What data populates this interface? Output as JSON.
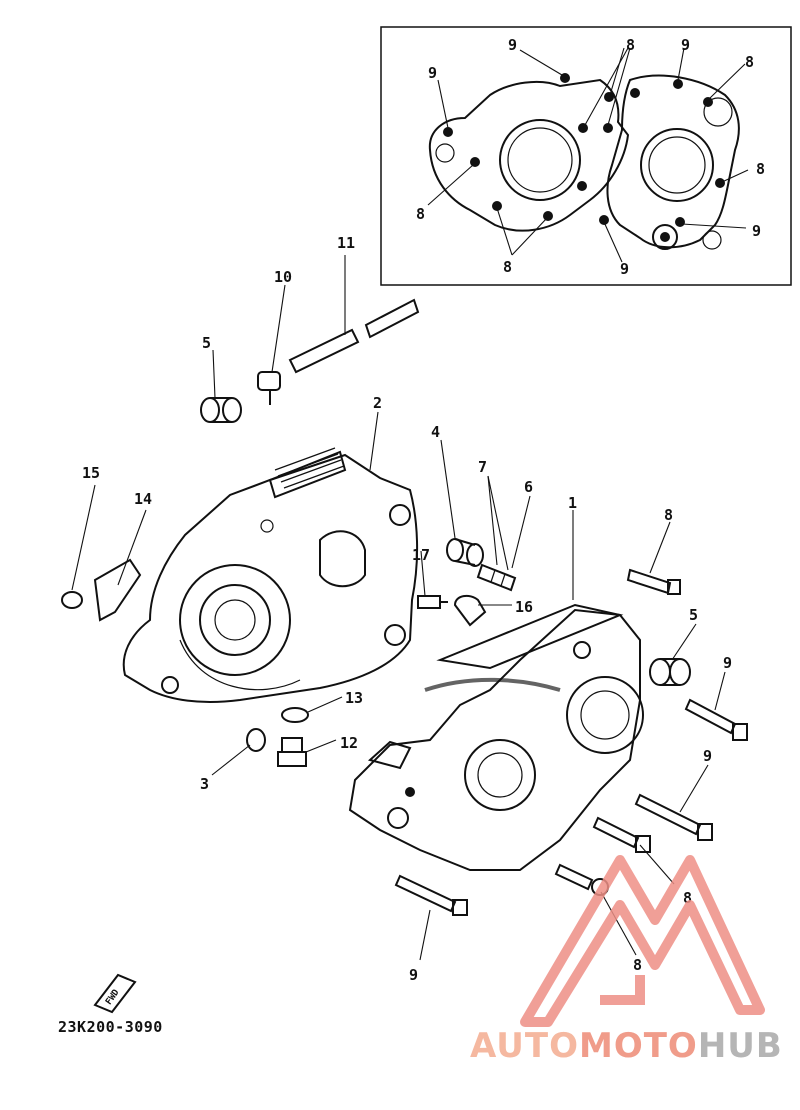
{
  "diagram": {
    "labels": {
      "n1": "1",
      "n2": "2",
      "n3": "3",
      "n4": "4",
      "n5a": "5",
      "n5b": "5",
      "n6": "6",
      "n7": "7",
      "n8a": "8",
      "n8b": "8",
      "n8c": "8",
      "n9a": "9",
      "n9b": "9",
      "n9c": "9",
      "n10": "10",
      "n11": "11",
      "n12": "12",
      "n13": "13",
      "n14": "14",
      "n15": "15",
      "n16": "16",
      "n17": "17"
    },
    "inset_labels": {
      "i9a": "9",
      "i8a": "8",
      "i9b": "9",
      "i8b": "8",
      "i9c": "9",
      "i8c": "8",
      "i8d": "8",
      "i8e": "8",
      "i9d": "9",
      "i9e": "9"
    },
    "fwd_label": "FWD",
    "part_code": "23K200-3090"
  },
  "watermark": {
    "part1": "AUTO",
    "part2": "MOTO",
    "part3": "HUB",
    "colors": {
      "auto": "#f5b8a0",
      "moto": "#f09c8a",
      "hub": "#b5b5b5",
      "logo": "#ee8f86"
    }
  }
}
